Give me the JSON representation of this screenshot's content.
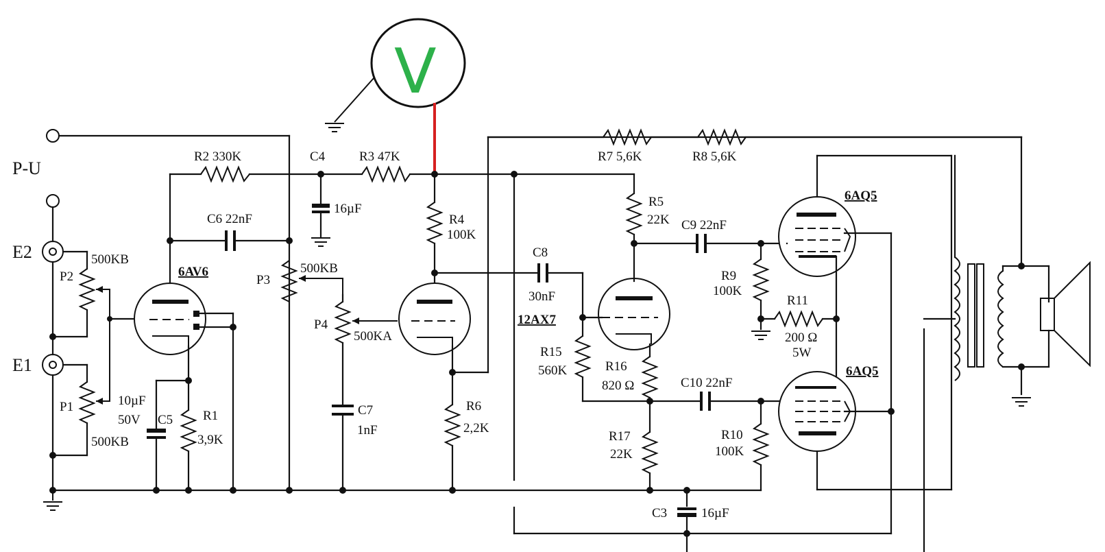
{
  "meter": {
    "label": "V",
    "probe_color": "#d62020",
    "symbol_color": "#2db14a"
  },
  "labels": {
    "pu": "P-U",
    "e2": "E2",
    "e1": "E1",
    "p2": "P2",
    "p2_val": "500KB",
    "p1": "P1",
    "p1_val": "500KB",
    "r2": "R2  330K",
    "c6": "C6  22nF",
    "c4": "C4",
    "c4_val": "16µF",
    "r3": "R3  47K",
    "r4": "R4",
    "r4_val": "100K",
    "p3": "P3",
    "p3_val": "500KB",
    "p4": "P4",
    "p4_val": "500KA",
    "c7": "C7",
    "c7_val": "1nF",
    "c5_val1": "10µF",
    "c5_val2": "50V",
    "c5": "C5",
    "r1": "R1",
    "r1_val": "3,9K",
    "r6": "R6",
    "r6_val": "2,2K",
    "c8": "C8",
    "c8_val": "30nF",
    "tube_12ax7": "12AX7",
    "tube_6av6": "6AV6",
    "r15": "R15",
    "r15_val": "560K",
    "r16": "R16",
    "r16_val": "820 Ω",
    "r17": "R17",
    "r17_val": "22K",
    "r5": "R5",
    "r5_val": "22K",
    "c9": "C9  22nF",
    "r9": "R9",
    "r9_val": "100K",
    "r11": "R11",
    "r11_val1": "200 Ω",
    "r11_val2": "5W",
    "c10": "C10  22nF",
    "r10": "R10",
    "r10_val": "100K",
    "c3": "C3",
    "c3_val": "16µF",
    "r7": "R7  5,6K",
    "r8": "R8  5,6K",
    "tube_6aq5_top": "6AQ5",
    "tube_6aq5_bot": "6AQ5"
  }
}
